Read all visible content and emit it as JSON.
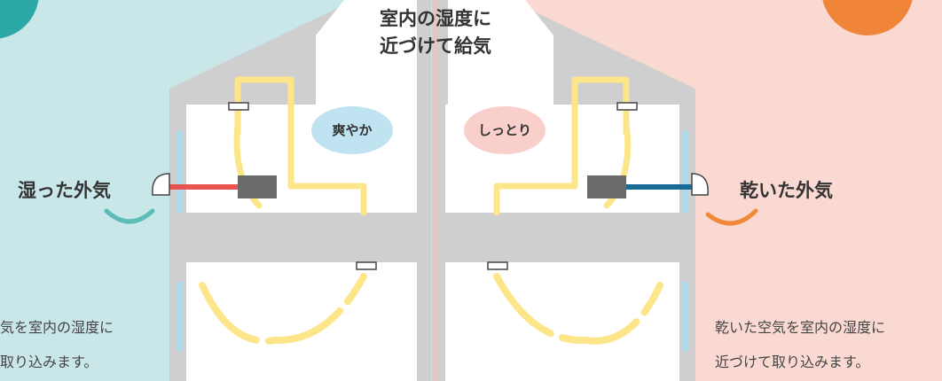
{
  "heading": {
    "line1": "室内の湿度に",
    "line2": "近づけて給気"
  },
  "left": {
    "outside_label": "湿った外気",
    "room_label": "爽やか",
    "note_line1": "気を室内の湿度に",
    "note_line2": "取り込みます。"
  },
  "right": {
    "outside_label": "乾いた外気",
    "room_label": "しっとり",
    "note_line1": "乾いた空気を室内の湿度に",
    "note_line2": "近づけて取り込みます。"
  },
  "colors": {
    "left_background": "#c9e7e8",
    "right_background": "#fbd9d3",
    "house_wall": "#cfcfcf",
    "duct": "#fde68a",
    "humid_air_pipe": "#e85450",
    "dry_air_pipe": "#1a6b96",
    "unit": "#6b6b6b",
    "fresh_bubble": "#bfe3f0",
    "moist_bubble": "#f9cfcb",
    "left_arc": "#5bbcb8",
    "right_arc": "#f08a3a",
    "window": "#a9dcef"
  }
}
